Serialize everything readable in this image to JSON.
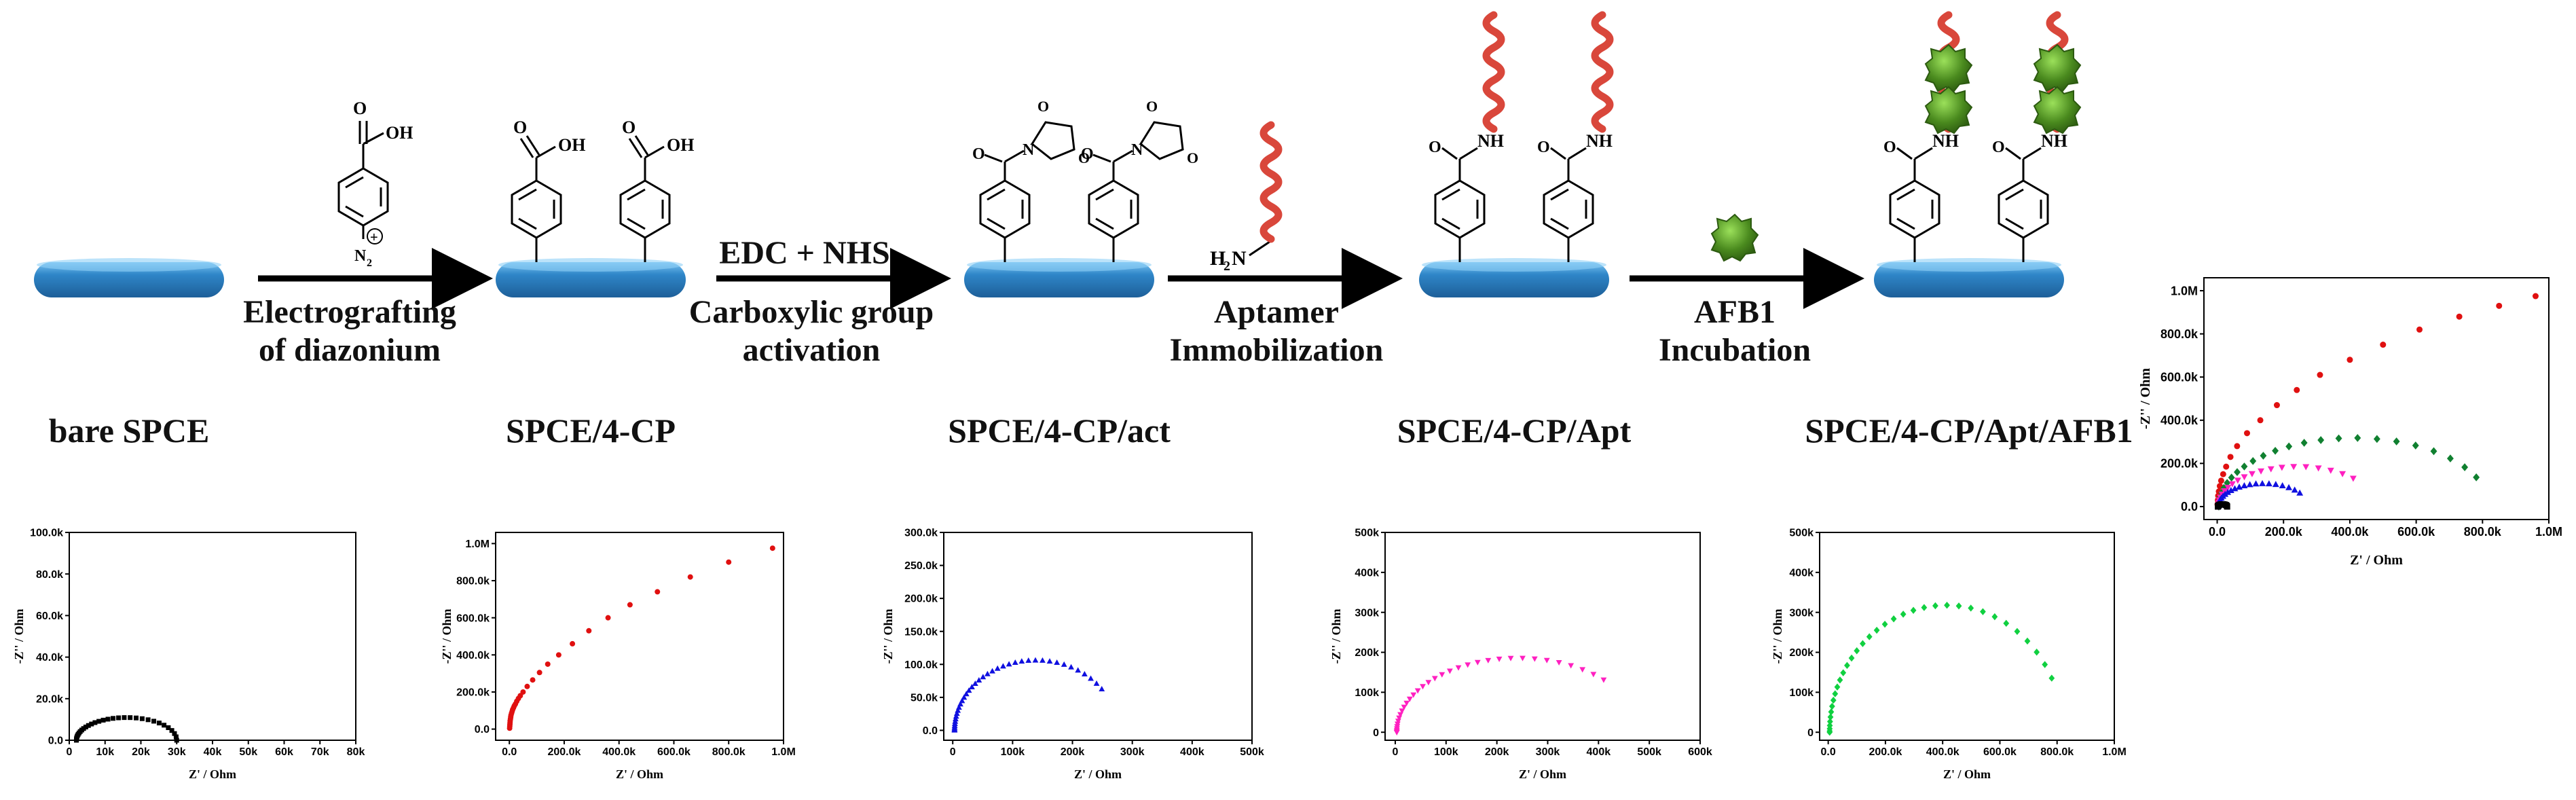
{
  "steps": {
    "s1": "bare SPCE",
    "s2": "SPCE/4-CP",
    "s3": "SPCE/4-CP/act",
    "s4": "SPCE/4-CP/Apt",
    "s5": "SPCE/4-CP/Apt/AFB1"
  },
  "arrows": {
    "a1_line1": "Electrografting",
    "a1_line2": "of diazonium",
    "a2_top": "EDC + NHS",
    "a2_line1": "Carboxylic group",
    "a2_line2": "activation",
    "a3_line1": "Aptamer",
    "a3_line2": "Immobilization",
    "a4_line1": "AFB1",
    "a4_line2": "Incubation"
  },
  "chem": {
    "oh": "OH",
    "nh": "NH",
    "o": "O",
    "n": "N",
    "n2": "N",
    "n2_sub": "2",
    "plus": "+",
    "h2n": "H",
    "h2n_sub": "2",
    "h2n_n": "N"
  },
  "colors": {
    "electrode": "#2f86c8",
    "electrode_top": "#5fb0e8",
    "aptamer": "#d9473b",
    "afb1": "#4a8a1e",
    "black": "#000000",
    "red": "#e01010",
    "blue": "#1010e0",
    "magenta": "#ff20c0",
    "green": "#10d040",
    "dark_green": "#108030"
  },
  "chart_data": [
    {
      "type": "scatter",
      "xlabel": "Z' / Ohm",
      "ylabel": "-Z'' / Ohm",
      "xlim": [
        0,
        80000
      ],
      "ylim": [
        0,
        100000
      ],
      "xticks": [
        0,
        10000,
        20000,
        30000,
        40000,
        50000,
        60000,
        70000,
        80000
      ],
      "xtick_labels": [
        "0",
        "10k",
        "20k",
        "30k",
        "40k",
        "50k",
        "60k",
        "70k",
        "80k"
      ],
      "yticks": [
        0,
        20000,
        40000,
        60000,
        80000,
        100000
      ],
      "ytick_labels": [
        "0.0",
        "20.0k",
        "40.0k",
        "60.0k",
        "80.0k",
        "100.0k"
      ],
      "series": [
        {
          "color": "#000000",
          "marker": "square",
          "semicircle": {
            "start": 2000,
            "end": 30000,
            "points": 34
          }
        }
      ]
    },
    {
      "type": "scatter",
      "xlabel": "Z' / Ohm",
      "ylabel": "-Z'' / Ohm",
      "xlim": [
        -50000,
        1000000
      ],
      "ylim": [
        -60000,
        1060000
      ],
      "xticks": [
        0,
        200000,
        400000,
        600000,
        800000,
        1000000
      ],
      "xtick_labels": [
        "0.0",
        "200.0k",
        "400.0k",
        "600.0k",
        "800.0k",
        "1.0M"
      ],
      "yticks": [
        0,
        200000,
        400000,
        600000,
        800000,
        1000000
      ],
      "ytick_labels": [
        "0.0",
        "200.0k",
        "400.0k",
        "600.0k",
        "800.0k",
        "1.0M"
      ],
      "series": [
        {
          "color": "#e01010",
          "marker": "circle",
          "x": [
            1000,
            1500,
            2000,
            2500,
            3000,
            4000,
            5000,
            6000,
            8000,
            10000,
            12000,
            15000,
            18000,
            22000,
            27000,
            33000,
            40000,
            50000,
            65000,
            85000,
            110000,
            140000,
            180000,
            230000,
            290000,
            360000,
            440000,
            540000,
            660000,
            800000,
            960000
          ],
          "y": [
            5000,
            15000,
            25000,
            35000,
            45000,
            55000,
            65000,
            75000,
            85000,
            95000,
            105000,
            115000,
            125000,
            135000,
            150000,
            165000,
            180000,
            200000,
            230000,
            265000,
            305000,
            350000,
            400000,
            460000,
            530000,
            600000,
            670000,
            740000,
            820000,
            900000,
            975000
          ]
        }
      ]
    },
    {
      "type": "scatter",
      "xlabel": "Z' / Ohm",
      "ylabel": "-Z'' / Ohm",
      "xlim": [
        -15000,
        500000
      ],
      "ylim": [
        -15000,
        300000
      ],
      "xticks": [
        0,
        100000,
        200000,
        300000,
        400000,
        500000
      ],
      "xtick_labels": [
        "0",
        "100k",
        "200k",
        "300k",
        "400k",
        "500k"
      ],
      "yticks": [
        0,
        50000,
        100000,
        150000,
        200000,
        250000,
        300000
      ],
      "ytick_labels": [
        "0.0",
        "50.0k",
        "100.0k",
        "150.0k",
        "200.0k",
        "250.0k",
        "300.0k"
      ],
      "series": [
        {
          "color": "#1010e0",
          "marker": "triangle",
          "semicircle": {
            "start": 3000,
            "end": 275000,
            "points": 40,
            "endFrac": 0.8
          }
        }
      ]
    },
    {
      "type": "scatter",
      "xlabel": "Z' / Ohm",
      "ylabel": "-Z'' / Ohm",
      "xlim": [
        -20000,
        600000
      ],
      "ylim": [
        -20000,
        500000
      ],
      "xticks": [
        0,
        100000,
        200000,
        300000,
        400000,
        500000,
        600000
      ],
      "xtick_labels": [
        "0",
        "100k",
        "200k",
        "300k",
        "400k",
        "500k",
        "600k"
      ],
      "yticks": [
        0,
        100000,
        200000,
        300000,
        400000,
        500000
      ],
      "ytick_labels": [
        "0",
        "100k",
        "200k",
        "300k",
        "400k",
        "500k"
      ],
      "series": [
        {
          "color": "#ff20c0",
          "marker": "triangle-down",
          "semicircle": {
            "start": 3000,
            "end": 480000,
            "points": 34,
            "endFrac": 0.75
          }
        }
      ]
    },
    {
      "type": "scatter",
      "xlabel": "Z' / Ohm",
      "ylabel": "-Z'' / Ohm",
      "xlim": [
        -30000,
        1000000
      ],
      "ylim": [
        -20000,
        500000
      ],
      "xticks": [
        0,
        200000,
        400000,
        600000,
        800000,
        1000000
      ],
      "xtick_labels": [
        "0.0",
        "200.0k",
        "400.0k",
        "600.0k",
        "800.0k",
        "1.0M"
      ],
      "yticks": [
        0,
        100000,
        200000,
        300000,
        400000,
        500000
      ],
      "ytick_labels": [
        "0",
        "100k",
        "200k",
        "300k",
        "400k",
        "500k"
      ],
      "series": [
        {
          "color": "#10d040",
          "marker": "diamond",
          "semicircle": {
            "start": 5000,
            "end": 820000,
            "points": 36,
            "endFrac": 0.86
          }
        }
      ]
    },
    {
      "type": "scatter",
      "xlabel": "Z' / Ohm",
      "ylabel": "-Z'' / Ohm",
      "xlim": [
        -40000,
        1000000
      ],
      "ylim": [
        -60000,
        1060000
      ],
      "xticks": [
        0,
        200000,
        400000,
        600000,
        800000,
        1000000
      ],
      "xtick_labels": [
        "0.0",
        "200.0k",
        "400.0k",
        "600.0k",
        "800.0k",
        "1.0M"
      ],
      "yticks": [
        0,
        200000,
        400000,
        600000,
        800000,
        1000000
      ],
      "ytick_labels": [
        "0.0",
        "200.0k",
        "400.0k",
        "600.0k",
        "800.0k",
        "1.0M"
      ],
      "series": [
        {
          "color": "#e01010",
          "marker": "circle",
          "x": [
            1000,
            2000,
            3000,
            5000,
            8000,
            12000,
            18000,
            27000,
            40000,
            60000,
            90000,
            130000,
            180000,
            240000,
            310000,
            400000,
            500000,
            610000,
            730000,
            850000,
            960000
          ],
          "y": [
            10000,
            30000,
            50000,
            70000,
            95000,
            120000,
            150000,
            185000,
            230000,
            280000,
            340000,
            400000,
            470000,
            540000,
            610000,
            680000,
            750000,
            820000,
            880000,
            930000,
            975000
          ]
        },
        {
          "color": "#108030",
          "marker": "diamond",
          "semicircle": {
            "start": 5000,
            "end": 820000,
            "points": 26,
            "endFrac": 0.86
          }
        },
        {
          "color": "#ff20c0",
          "marker": "triangle-down",
          "semicircle": {
            "start": 3000,
            "end": 480000,
            "points": 22,
            "endFrac": 0.75
          }
        },
        {
          "color": "#1010e0",
          "marker": "triangle",
          "semicircle": {
            "start": 3000,
            "end": 275000,
            "points": 24,
            "endFrac": 0.8
          }
        },
        {
          "color": "#000000",
          "marker": "square",
          "semicircle": {
            "start": 2000,
            "end": 30000,
            "points": 14
          }
        }
      ]
    }
  ]
}
